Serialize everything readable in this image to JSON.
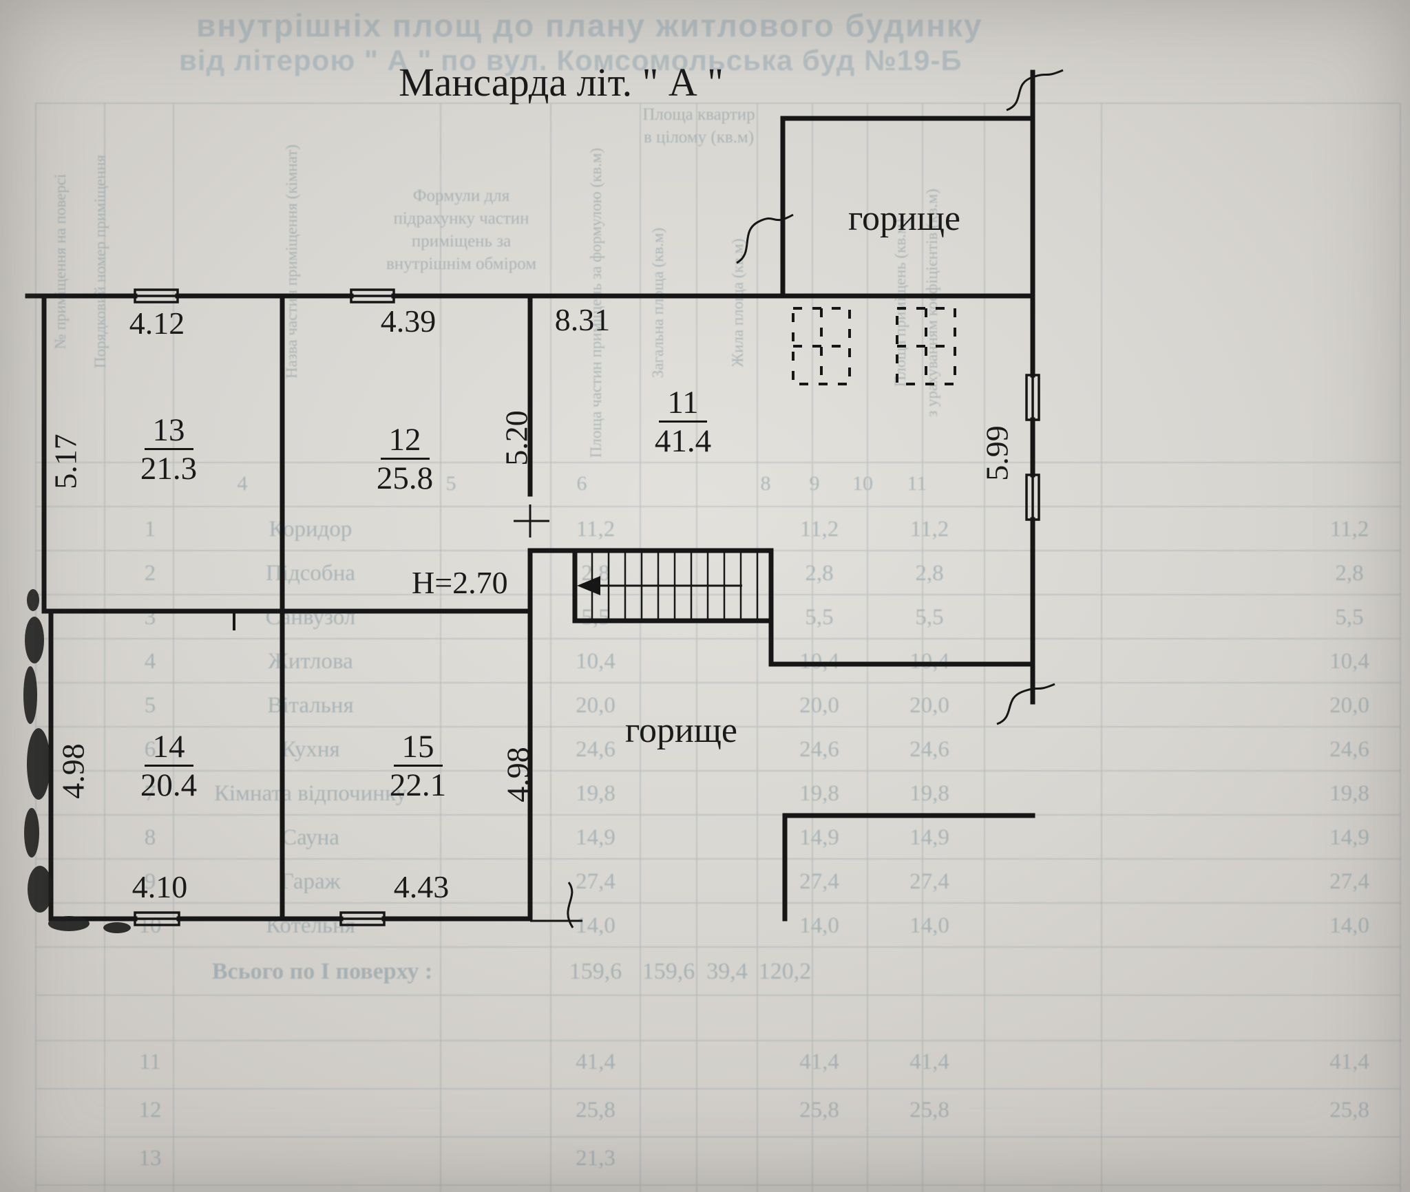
{
  "page": {
    "title": "Мансарда літ. \" А \"",
    "ghost_line1": "внутрішніх площ до плану  житлового будинку",
    "ghost_line2": "від літерою \" А \" по вул. Комсомольська  буд №19-Б"
  },
  "colors": {
    "ink": "#161616",
    "paper": "#d8d6d1",
    "ghost": "#7e939c"
  },
  "plan": {
    "attic_top": "горище",
    "attic_bottom": "горище",
    "height_note": "H=2.70",
    "rooms": [
      {
        "num": "13",
        "area": "21.3"
      },
      {
        "num": "12",
        "area": "25.8"
      },
      {
        "num": "11",
        "area": "41.4"
      },
      {
        "num": "14",
        "area": "20.4"
      },
      {
        "num": "15",
        "area": "22.1"
      }
    ],
    "dims": {
      "d412": "4.12",
      "d439": "4.39",
      "d831": "8.31",
      "d517": "5.17",
      "d520": "5.20",
      "d599": "5.99",
      "d498l": "4.98",
      "d498r": "4.98",
      "d410": "4.10",
      "d443": "4.43"
    }
  },
  "ghost_table": {
    "col_numbers": [
      "4",
      "5",
      "6",
      "8",
      "9",
      "10",
      "11"
    ],
    "headers": {
      "center": [
        "Формули для",
        "підрахунку частин",
        "приміщень за",
        "внутрішнім обміром"
      ],
      "top_right_1": "Площа квартир",
      "top_right_2": "в цілому (кв.м)",
      "rot_left1": "№ приміщення на поверсі",
      "rot_left2": "Порядковий номер приміщення",
      "rot_name": "Назва частин приміщення (кімнат)",
      "rot_v1": "Площа частин приміщень за формулою (кв.м)",
      "rot_v2": "Загальна площа (кв.м)",
      "rot_v3": "Жила площа (кв.м)",
      "rot_v4": "Площа приміщень (кв.м)",
      "rot_v5": "з урахуванням коефіцієнтів (кв.м)"
    },
    "rows": [
      {
        "n": "1",
        "name": "Коридор",
        "v1": "11,2",
        "v2": "11,2",
        "v3": "11,2",
        "v4": "11,2"
      },
      {
        "n": "2",
        "name": "Підсобна",
        "v1": "2,8",
        "v2": "2,8",
        "v3": "2,8",
        "v4": "2,8"
      },
      {
        "n": "3",
        "name": "Санвузол",
        "v1": "5,5",
        "v2": "5,5",
        "v3": "5,5",
        "v4": "5,5"
      },
      {
        "n": "4",
        "name": "Житлова",
        "v1": "10,4",
        "v2": "10,4",
        "v3": "10,4",
        "v4": "10,4"
      },
      {
        "n": "5",
        "name": "Вітальня",
        "v1": "20,0",
        "v2": "20,0",
        "v3": "20,0",
        "v4": "20,0"
      },
      {
        "n": "6",
        "name": "Кухня",
        "v1": "24,6",
        "v2": "24,6",
        "v3": "24,6",
        "v4": "24,6"
      },
      {
        "n": "7",
        "name": "Кімната відпочинку",
        "v1": "19,8",
        "v2": "19,8",
        "v3": "19,8",
        "v4": "19,8"
      },
      {
        "n": "8",
        "name": "Сауна",
        "v1": "14,9",
        "v2": "14,9",
        "v3": "14,9",
        "v4": "14,9"
      },
      {
        "n": "9",
        "name": "Гараж",
        "v1": "27,4",
        "v2": "27,4",
        "v3": "27,4",
        "v4": "27,4"
      },
      {
        "n": "10",
        "name": "Котельня",
        "v1": "14,0",
        "v2": "14,0",
        "v3": "14,0",
        "v4": "14,0"
      }
    ],
    "total": {
      "label": "Всього по І поверху :",
      "t1": "159,6",
      "t2": "159,6",
      "t3": "39,4",
      "t4": "120,2"
    },
    "extra_rows": [
      {
        "n": "11",
        "v1": "41,4",
        "v2": "41,4",
        "v3": "41,4",
        "v4": "41,4"
      },
      {
        "n": "12",
        "v1": "25,8",
        "v2": "25,8",
        "v3": "25,8",
        "v4": "25,8"
      },
      {
        "n": "13",
        "v1": "21,3",
        "v2": "",
        "v3": "",
        "v4": ""
      }
    ]
  }
}
